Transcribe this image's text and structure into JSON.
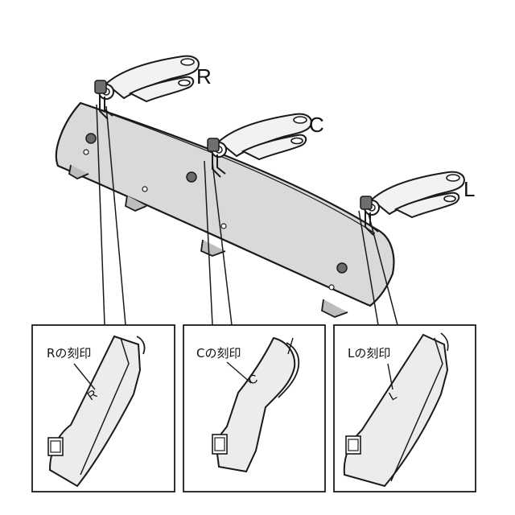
{
  "labels": {
    "bracket_r": "R",
    "bracket_c": "C",
    "bracket_l": "L"
  },
  "details": [
    {
      "id": "r",
      "caption": "Rの刻印",
      "mark": "R"
    },
    {
      "id": "c",
      "caption": "Cの刻印",
      "mark": "C"
    },
    {
      "id": "l",
      "caption": "Lの刻印",
      "mark": "L"
    }
  ],
  "colors": {
    "panel_fill": "#d9d9d9",
    "line": "#1a1a1a",
    "part_fill": "#ececec"
  }
}
